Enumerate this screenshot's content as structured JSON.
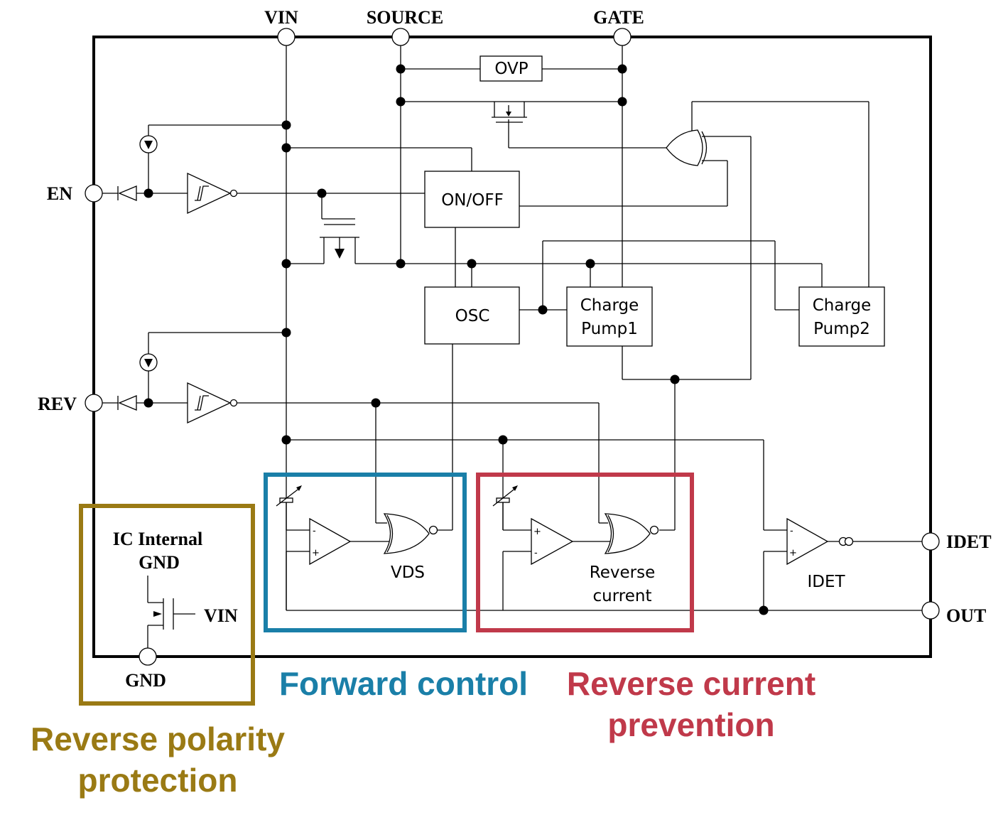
{
  "pins": {
    "vin": "VIN",
    "source": "SOURCE",
    "gate": "GATE",
    "en": "EN",
    "rev": "REV",
    "idet": "IDET",
    "out": "OUT",
    "gnd": "GND"
  },
  "blocks": {
    "ovp": "OVP",
    "on_off": "ON/OFF",
    "osc": "OSC",
    "charge_pump1": [
      "Charge",
      "Pump1"
    ],
    "charge_pump2": [
      "Charge",
      "Pump2"
    ],
    "vds": "VDS",
    "reverse_current": [
      "Reverse",
      "current"
    ],
    "idet": "IDET"
  },
  "internal_gnd": {
    "title": [
      "IC Internal",
      "GND"
    ],
    "vin": "VIN"
  },
  "regions": {
    "reverse_polarity": {
      "lines": [
        "Reverse polarity",
        "protection"
      ],
      "color": "#9a7a14"
    },
    "forward_control": {
      "lines": [
        "Forward control"
      ],
      "color": "#1a7fa8"
    },
    "reverse_current_prevention": {
      "lines": [
        "Reverse current",
        "prevention"
      ],
      "color": "#c0394a"
    }
  }
}
